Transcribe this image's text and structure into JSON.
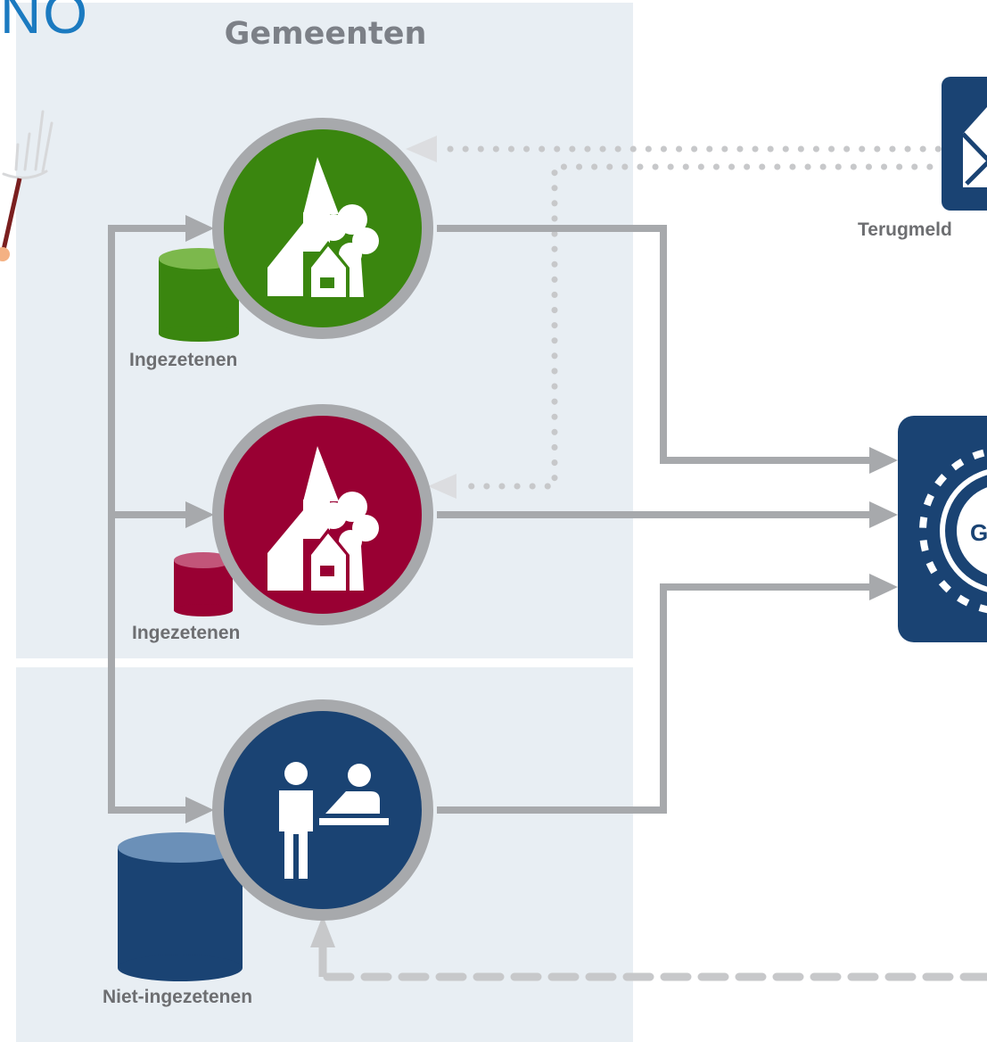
{
  "header": {
    "title": "Gemeenten",
    "logo_fragment": "NO"
  },
  "nodes": {
    "green_municipality": {
      "db_label": "Ingezetenen",
      "color": "#3a860f"
    },
    "red_municipality": {
      "db_label": "Ingezetenen",
      "color": "#990033"
    },
    "rni_counter": {
      "db_label": "Niet-ingezetenen",
      "color": "#1a4373"
    }
  },
  "right_side": {
    "terugmelding_label": "Terugmeld",
    "core_label": "G"
  },
  "colors": {
    "zone_bg": "#e8eef3",
    "arrow_gray": "#a7a9ac",
    "dotted_gray": "#c7c8ca",
    "navy": "#1a4373"
  }
}
